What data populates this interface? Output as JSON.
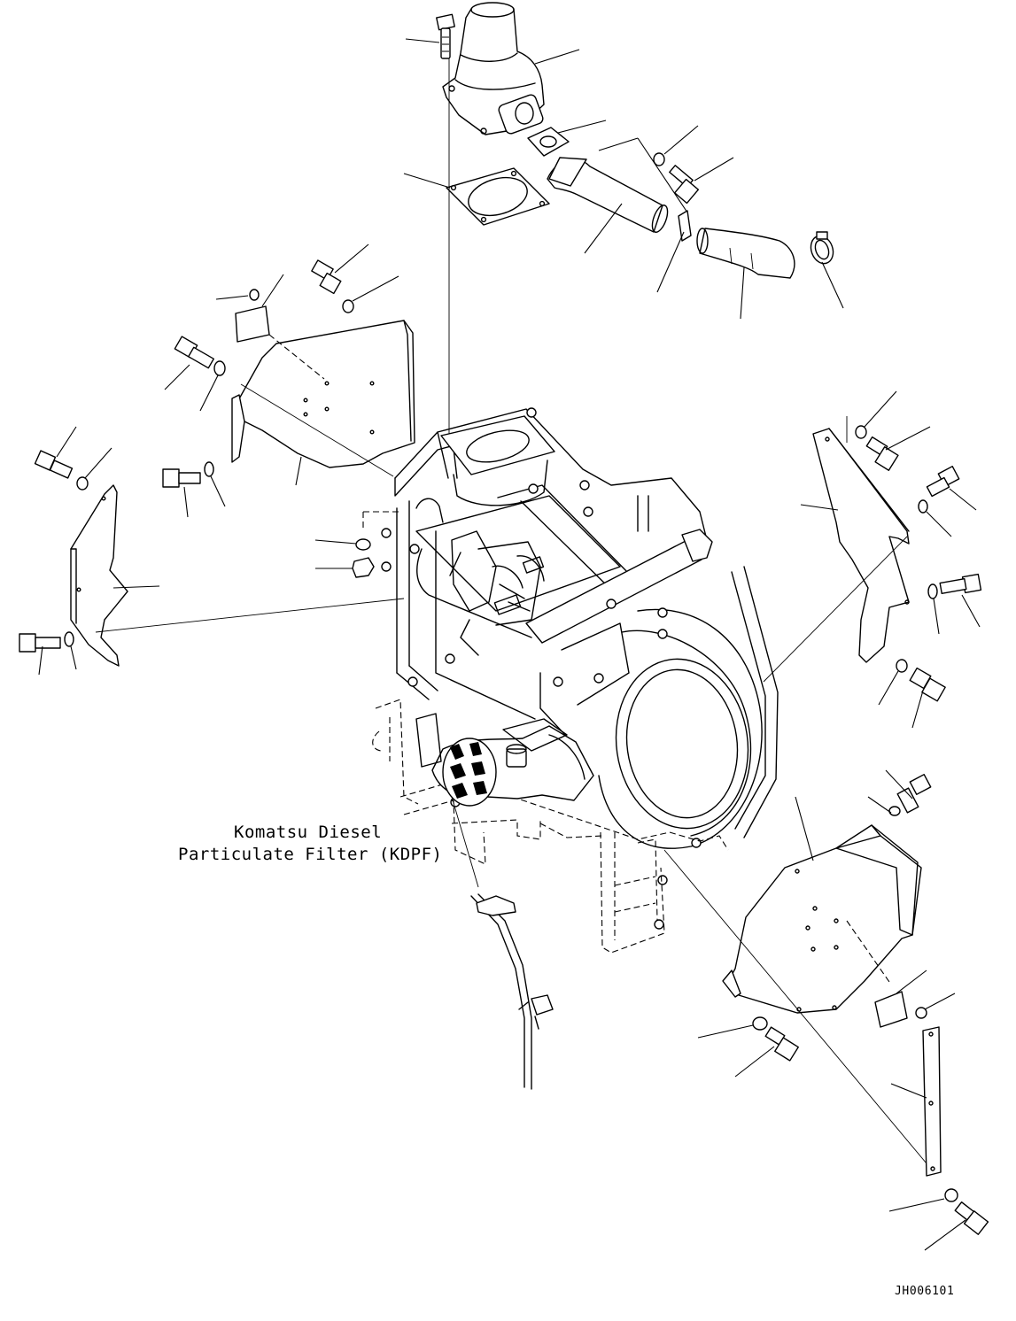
{
  "diagram": {
    "component_label_line1": "Komatsu Diesel",
    "component_label_line2": "Particulate Filter (KDPF)",
    "drawing_code": "JH006101"
  }
}
